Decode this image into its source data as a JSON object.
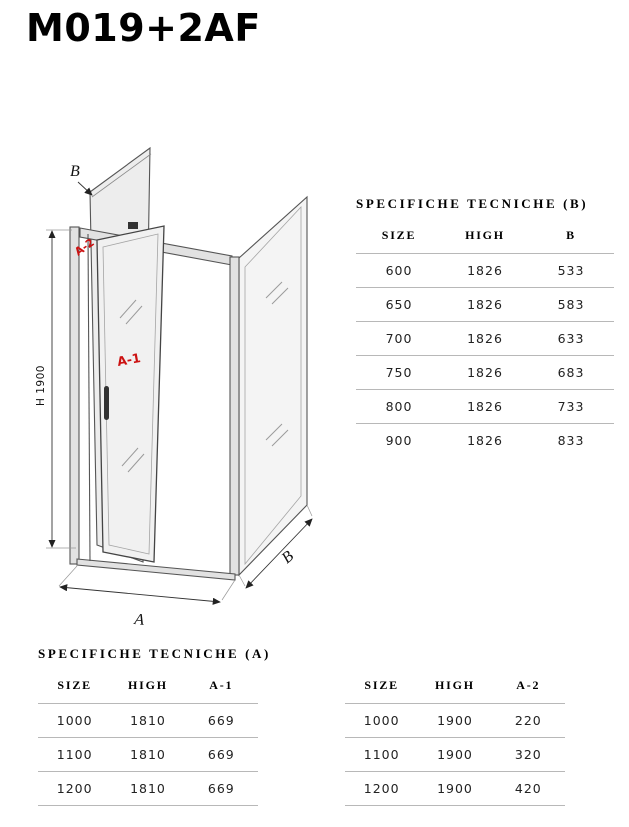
{
  "page": {
    "title": "M019+2AF"
  },
  "diagram": {
    "dim_b_top": "B",
    "dim_h": "H 1900",
    "label_a2": "A-2",
    "label_a1": "A-1",
    "dim_a": "A",
    "dim_b_bottom": "B",
    "accent_color": "#cc1111"
  },
  "spec_b": {
    "title": "SPECIFICHE TECNICHE (B)",
    "headers": [
      "SIZE",
      "HIGH",
      "B"
    ],
    "rows": [
      [
        "600",
        "1826",
        "533"
      ],
      [
        "650",
        "1826",
        "583"
      ],
      [
        "700",
        "1826",
        "633"
      ],
      [
        "750",
        "1826",
        "683"
      ],
      [
        "800",
        "1826",
        "733"
      ],
      [
        "900",
        "1826",
        "833"
      ]
    ]
  },
  "spec_a": {
    "title": "SPECIFICHE TECNICHE (A)",
    "left": {
      "headers": [
        "SIZE",
        "HIGH",
        "A-1"
      ],
      "rows": [
        [
          "1000",
          "1810",
          "669"
        ],
        [
          "1100",
          "1810",
          "669"
        ],
        [
          "1200",
          "1810",
          "669"
        ]
      ]
    },
    "right": {
      "headers": [
        "SIZE",
        "HIGH",
        "A-2"
      ],
      "rows": [
        [
          "1000",
          "1900",
          "220"
        ],
        [
          "1100",
          "1900",
          "320"
        ],
        [
          "1200",
          "1900",
          "420"
        ]
      ]
    }
  }
}
